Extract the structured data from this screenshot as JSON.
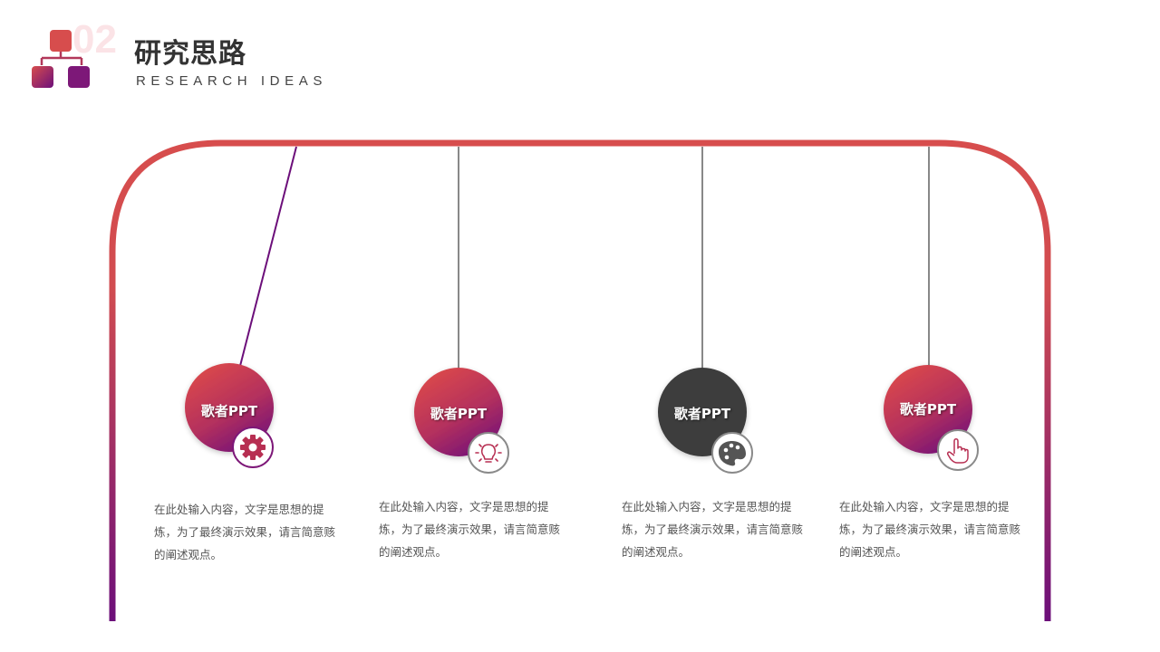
{
  "header": {
    "section_number": "02",
    "title": "研究思路",
    "subtitle": "RESEARCH IDEAS",
    "logo_icon": "hierarchy-icon"
  },
  "colors": {
    "gradient_top": "#d74d4d",
    "gradient_bottom": "#6c0f7a",
    "dark_node": "#3c3c3c",
    "string": "#8a8a8a",
    "text": "#555555"
  },
  "items": [
    {
      "label": "歌者PPT",
      "icon": "gear-icon",
      "text": "在此处输入内容，文字是思想的提炼，为了最终演示效果，请言简意赅的阐述观点。"
    },
    {
      "label": "歌者PPT",
      "icon": "lightbulb-icon",
      "text": "在此处输入内容，文字是思想的提炼，为了最终演示效果，请言简意赅的阐述观点。"
    },
    {
      "label": "歌者PPT",
      "icon": "palette-icon",
      "text": "在此处输入内容，文字是思想的提炼，为了最终演示效果，请言简意赅的阐述观点。"
    },
    {
      "label": "歌者PPT",
      "icon": "hand-pointer-icon",
      "text": "在此处输入内容，文字是思想的提炼，为了最终演示效果，请言简意赅的阐述观点。"
    }
  ]
}
